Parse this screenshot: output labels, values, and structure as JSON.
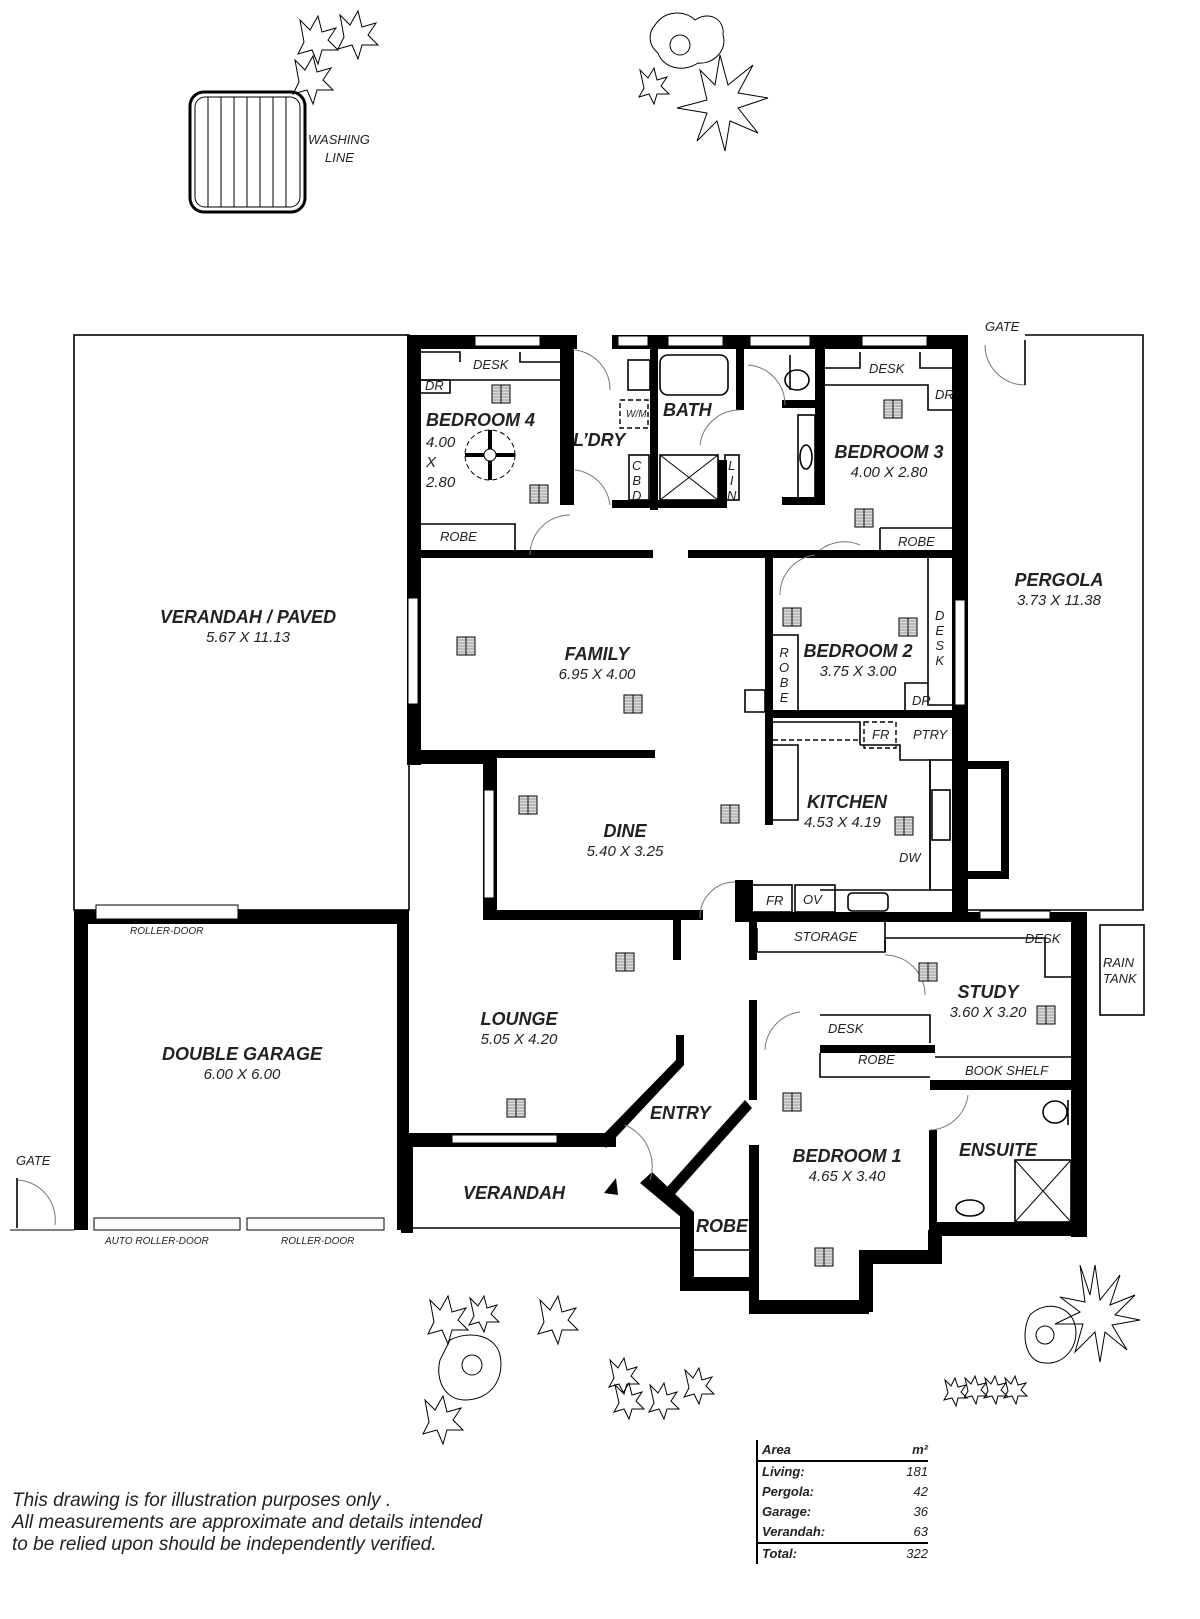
{
  "title": "Floor Plan",
  "rooms": {
    "verandah_paved": {
      "name": "VERANDAH / PAVED",
      "dims": "5.67 X 11.13"
    },
    "bedroom4": {
      "name": "BEDROOM 4",
      "dims_a": "4.00",
      "dims_x": "X",
      "dims_b": "2.80"
    },
    "laundry": {
      "name": "L’DRY"
    },
    "bath": {
      "name": "BATH"
    },
    "bedroom3": {
      "name": "BEDROOM 3",
      "dims": "4.00 X 2.80"
    },
    "pergola": {
      "name": "PERGOLA",
      "dims": "3.73 X 11.38"
    },
    "family": {
      "name": "FAMILY",
      "dims": "6.95 X 4.00"
    },
    "bedroom2": {
      "name": "BEDROOM 2",
      "dims": "3.75 X 3.00"
    },
    "kitchen": {
      "name": "KITCHEN",
      "dims": "4.53 X 4.19"
    },
    "dine": {
      "name": "DINE",
      "dims": "5.40 X 3.25"
    },
    "double_garage": {
      "name": "DOUBLE GARAGE",
      "dims": "6.00 X 6.00"
    },
    "lounge": {
      "name": "LOUNGE",
      "dims": "5.05 X 4.20"
    },
    "study": {
      "name": "STUDY",
      "dims": "3.60 X 3.20"
    },
    "entry": {
      "name": "ENTRY"
    },
    "bedroom1": {
      "name": "BEDROOM 1",
      "dims": "4.65 X 3.40"
    },
    "ensuite": {
      "name": "ENSUITE"
    },
    "verandah": {
      "name": "VERANDAH"
    },
    "robe_entry": {
      "name": "ROBE"
    }
  },
  "fixtures": {
    "desk": "DESK",
    "dr": "DR",
    "robe": "ROBE",
    "wm": "W/M",
    "cbd": [
      "C",
      "B",
      "D"
    ],
    "lin": [
      "L",
      "I",
      "N"
    ],
    "desk_vertical": [
      "D",
      "E",
      "S",
      "K"
    ],
    "robe_vertical": [
      "R",
      "O",
      "B",
      "E"
    ],
    "fr": "FR",
    "ptry": "PTRY",
    "dw": "DW",
    "ov": "OV",
    "storage": "STORAGE",
    "book_shelf": "BOOK SHELF",
    "roller_door": "ROLLER-DOOR",
    "auto_roller_door": "AUTO ROLLER-DOOR",
    "gate": "GATE",
    "rain_tank_1": "RAIN",
    "rain_tank_2": "TANK",
    "washing_line_1": "WASHING",
    "washing_line_2": "LINE"
  },
  "disclaimer": [
    "This drawing is for illustration purposes only .",
    "All measurements are approximate and details intended",
    "to be relied upon should be independently verified."
  ],
  "area_table": {
    "header": {
      "label": "Area",
      "unit": "m²"
    },
    "rows": [
      {
        "label": "Living:",
        "value": "181"
      },
      {
        "label": "Pergola:",
        "value": "42"
      },
      {
        "label": "Garage:",
        "value": "36"
      },
      {
        "label": "Verandah:",
        "value": "63"
      }
    ],
    "total": {
      "label": "Total:",
      "value": "322"
    }
  }
}
